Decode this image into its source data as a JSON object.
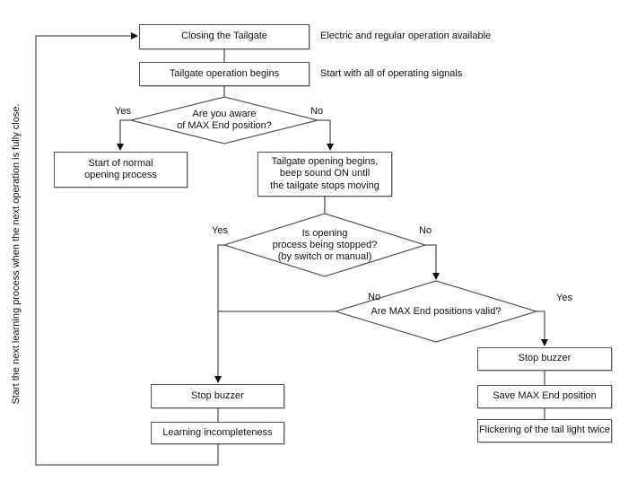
{
  "side_note": "Start the next learning process when the next operation is fully close.",
  "labels": {
    "yes": "Yes",
    "no": "No"
  },
  "nodes": {
    "closing_tailgate": "Closing the Tailgate",
    "operation_begins": "Tailgate operation begins",
    "start_normal": "Start of normal\nopening process",
    "opening_begins": "Tailgate opening begins,\nbeep sound ON until\nthe tailgate stops moving",
    "stop_buzzer_left": "Stop buzzer",
    "learning_incompleteness": "Learning incompleteness",
    "stop_buzzer_right": "Stop buzzer",
    "save_max_end": "Save MAX End position",
    "flicker_tail_light": "Flickering of the tail light twice"
  },
  "decisions": {
    "aware_max_end": "Are you aware\nof MAX End position?",
    "opening_stopped": "Is opening\nprocess being stopped?\n(by switch or manual)",
    "max_end_valid": "Are MAX End positions valid?"
  },
  "annotations": {
    "closing_note": "Electric and regular operation available",
    "operation_note": "Start with all of operating signals"
  },
  "colors": {
    "line": "#565656",
    "arrowhead": "#111111",
    "text": "#111111",
    "background": "#ffffff"
  }
}
